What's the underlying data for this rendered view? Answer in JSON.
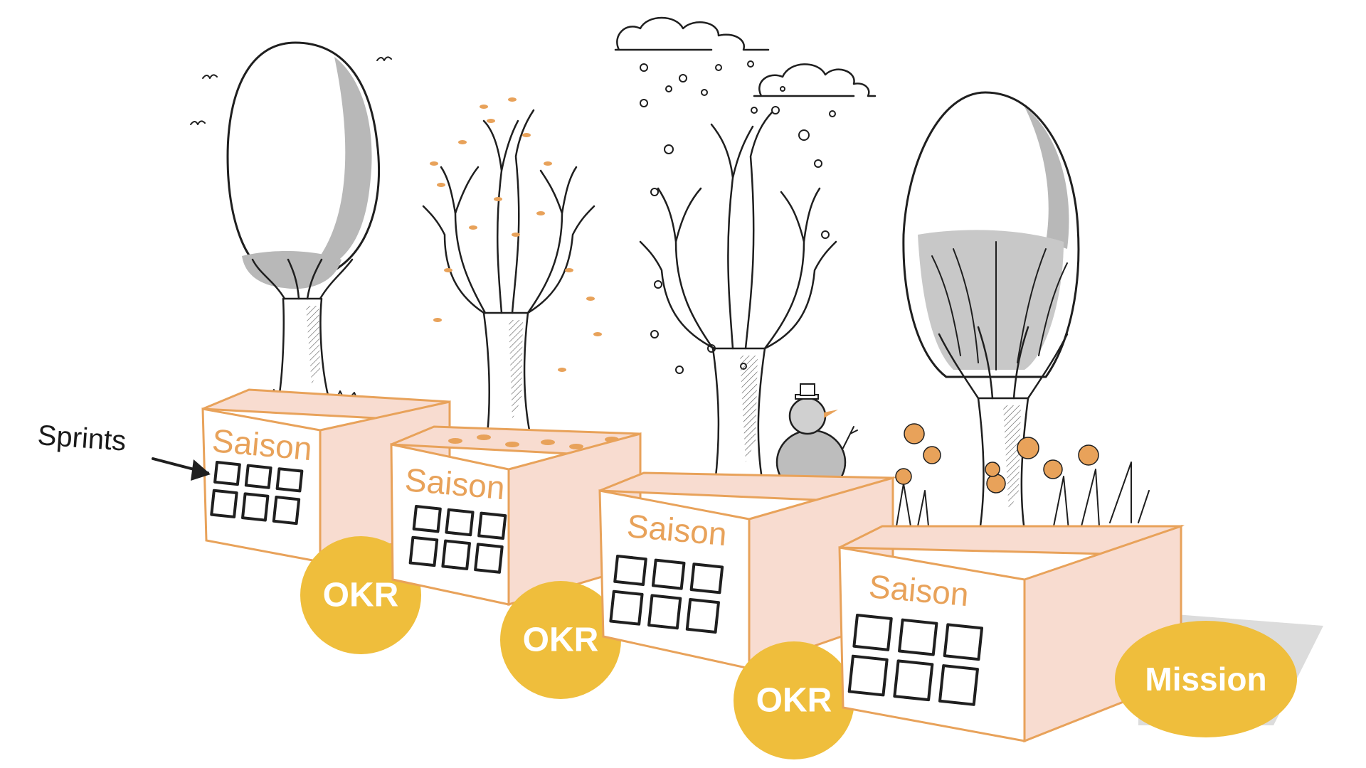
{
  "colors": {
    "badge": "#EFBE3C",
    "box_stroke": "#E8A25A",
    "box_side": "#F8DCD0",
    "box_front": "#FFFFFF",
    "leaf_orange": "#E8A25A",
    "ink": "#1F1F1F",
    "foliage_gray": "#B8B8B8"
  },
  "annotation": {
    "label": "Sprints"
  },
  "seasons": [
    {
      "box_label": "Saison",
      "badge": "OKR",
      "tree": "summer-tree"
    },
    {
      "box_label": "Saison",
      "badge": "OKR",
      "tree": "autumn-tree"
    },
    {
      "box_label": "Saison",
      "badge": "OKR",
      "tree": "winter-tree"
    },
    {
      "box_label": "Saison",
      "badge": "Mission",
      "tree": "spring-tree"
    }
  ]
}
